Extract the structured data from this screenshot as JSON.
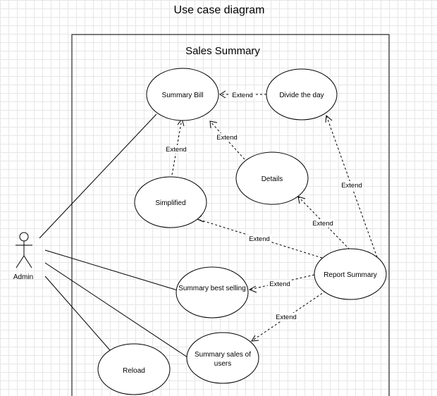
{
  "diagram": {
    "title": "Use case diagram",
    "system": {
      "name": "Sales Summary"
    },
    "actor": {
      "name": "Admin"
    },
    "use_cases": {
      "summary_bill": "Summary Bill",
      "divide_the_day": "Divide the day",
      "details": "Details",
      "simplified": "Simplified",
      "report_summary": "Report Summary",
      "summary_best_selling": "Summary best selling",
      "summary_sales_users_1": "Summary sales of",
      "summary_sales_users_2": "users",
      "reload": "Reload"
    },
    "relation_label": "Extend"
  }
}
